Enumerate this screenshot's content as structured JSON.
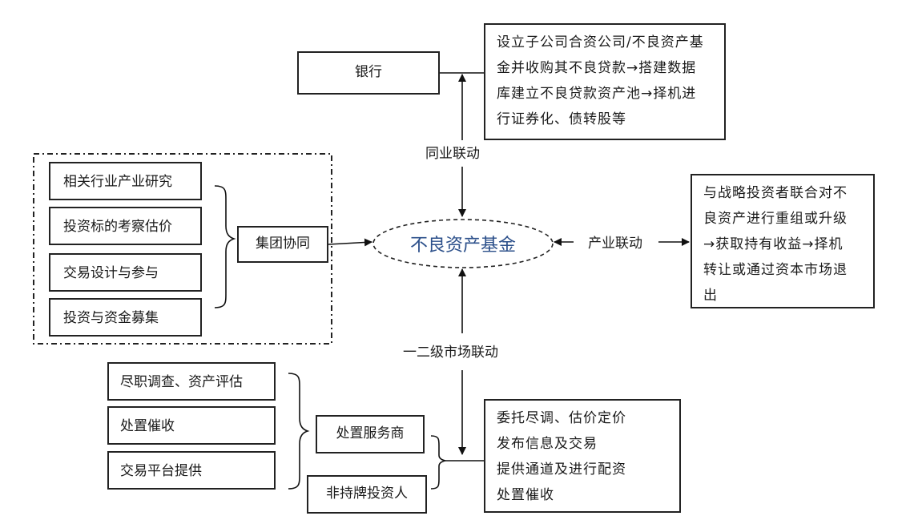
{
  "nodes": {
    "center": "不良资产基金",
    "bank": "银行",
    "bank_desc": [
      "设立子公司合资公司/不良资产基",
      "金并收购其不良贷款→搭建数据",
      "库建立不良贷款资产池→择机进",
      "行证券化、债转股等"
    ],
    "group": "集团协同",
    "group_items": [
      "相关行业产业研究",
      "投资标的考察估价",
      "交易设计与参与",
      "投资与资金募集"
    ],
    "industry_desc": [
      "与战略投资者联合对不",
      "良资产进行重组或升级",
      "→获取持有收益→择机",
      "转让或通过资本市场退",
      "出"
    ],
    "service": "处置服务商",
    "service_items": [
      "尽职调查、资产评估",
      "处置催收",
      "交易平台提供"
    ],
    "investor": "非持牌投资人",
    "market_desc": [
      "委托尽调、估价定价",
      "发布信息及交易",
      "提供通道及进行配资",
      "处置催收"
    ]
  },
  "links": {
    "top": "同业联动",
    "right": "产业联动",
    "bottom": "一二级市场联动"
  }
}
